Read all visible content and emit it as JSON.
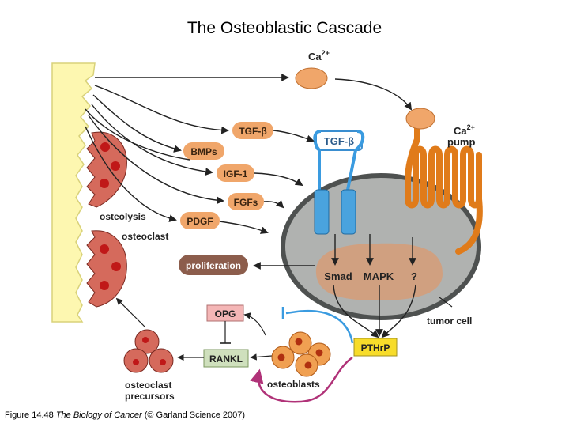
{
  "title": "The Osteoblastic Cascade",
  "caption": {
    "prefix": "Figure 14.48 ",
    "book": "The Biology of Cancer",
    "suffix": " (© Garland Science 2007)"
  },
  "labels": {
    "ca_top": "Ca",
    "ca_top_sup": "2+",
    "ca_pump_ion": "Ca",
    "ca_pump_sup": "2+",
    "ca_pump_word": "pump",
    "tgf_left": "TGF-β",
    "bmps": "BMPs",
    "igf1": "IGF-1",
    "fgfs": "FGFs",
    "pdgf": "PDGF",
    "tgf_receptor": "TGF-β",
    "osteolysis": "osteolysis",
    "osteoclast": "osteoclast",
    "proliferation": "proliferation",
    "smad": "Smad",
    "mapk": "MAPK",
    "unknown": "?",
    "tumor_cell": "tumor cell",
    "opg": "OPG",
    "rankl": "RANKL",
    "pthrp": "PTHrP",
    "osteoblasts": "osteoblasts",
    "precursors_line1": "osteoclast",
    "precursors_line2": "precursors"
  },
  "colors": {
    "bone": "#fdf7b0",
    "bone_edge": "#d9d27a",
    "factor_orange": "#f0a66a",
    "factor_text": "#3a2410",
    "osteoclast_red": "#d56a5c",
    "osteoclast_dot": "#c01818",
    "tumor_gray": "#b0b2b0",
    "tumor_edge": "#4e5150",
    "nucleus_tan": "#d0a080",
    "pump_orange": "#e07b1a",
    "receptor_blue": "#4aa3de",
    "proliferation_brown": "#8c5d4c",
    "opg_pink": "#f4b6b6",
    "rankl_green": "#cfe0bd",
    "pthrp_yellow": "#f7dc2a",
    "osteoblast_orange": "#f0a052",
    "osteoblast_dot": "#b03010",
    "magenta_arrow": "#b03278",
    "blue_arrow": "#3a9be0"
  }
}
